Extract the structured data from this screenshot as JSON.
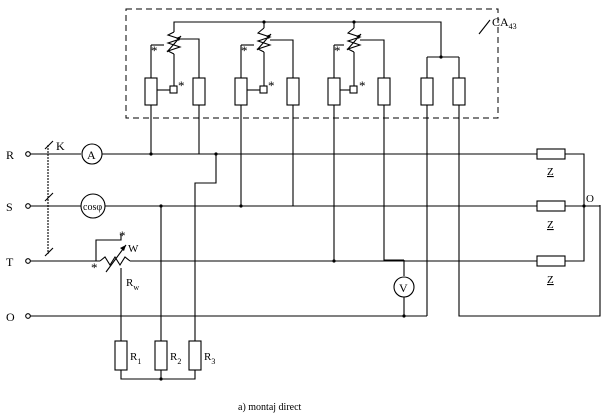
{
  "labels": {
    "device": "CA",
    "device_sub": "43",
    "switch": "K",
    "phase_r": "R",
    "phase_s": "S",
    "phase_t": "T",
    "neutral": "O",
    "ammeter": "A",
    "cosphi": "cosφ",
    "wattmeter": "W",
    "rw": "R",
    "rw_sub": "w",
    "voltmeter": "V",
    "r1": "R",
    "r1_sub": "1",
    "r2": "R",
    "r2_sub": "2",
    "r3": "R",
    "r3_sub": "3",
    "z": "Z",
    "star_point": "O",
    "star": "*",
    "caption": "a) montaj direct"
  }
}
